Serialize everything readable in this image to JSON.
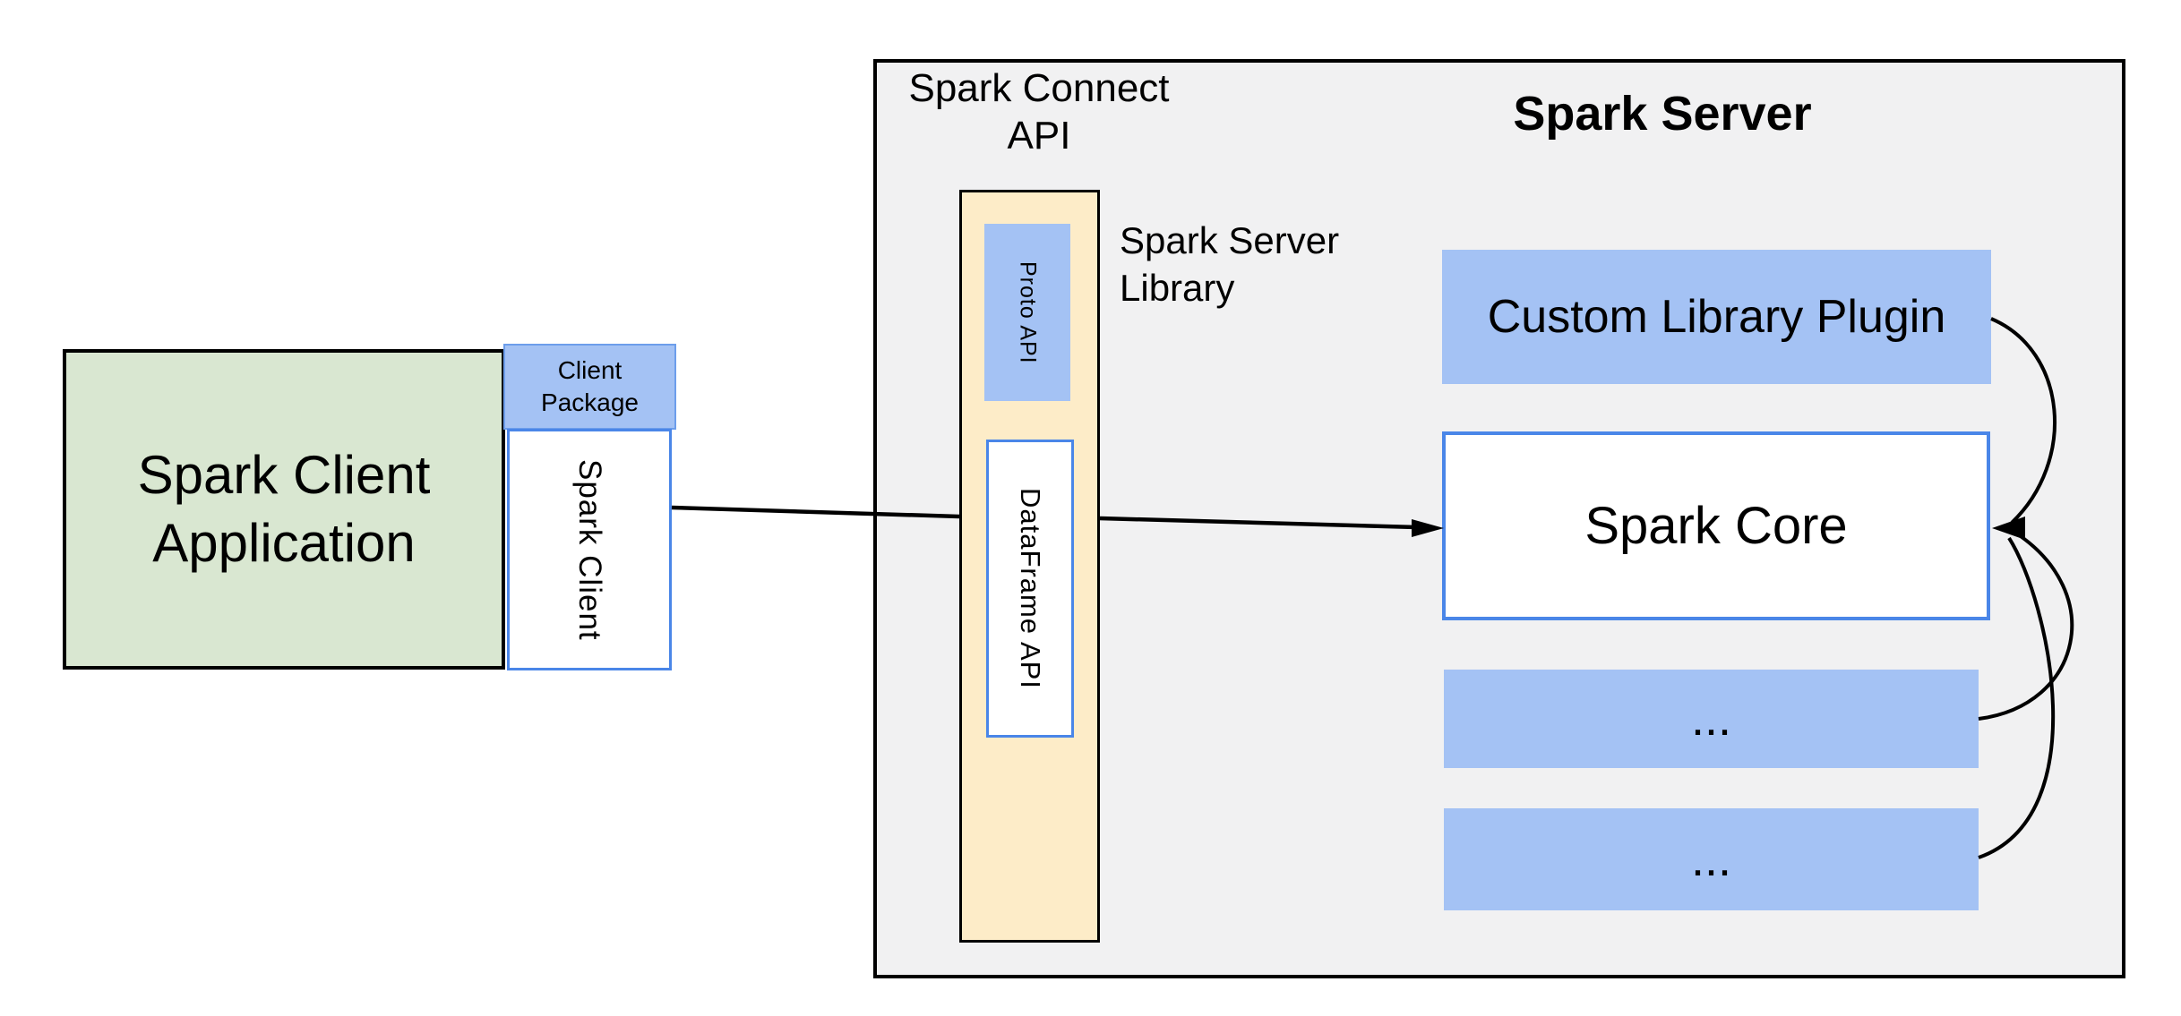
{
  "colors": {
    "background": "#ffffff",
    "server_box_fill": "#f1f1f2",
    "outline_black": "#000000",
    "green_fill": "#d9e7d1",
    "blue_fill": "#a4c2f4",
    "blue_border": "#4a86e8",
    "package_border": "#6d9eeb",
    "yellow_fill": "#fdecc8",
    "text": "#000000",
    "arrow": "#000000"
  },
  "client_application": {
    "line1": "Spark Client",
    "line2": "Application"
  },
  "client_package": {
    "line1": "Client",
    "line2": "Package"
  },
  "spark_client": {
    "label": "Spark Client"
  },
  "spark_connect_api": {
    "line1": "Spark Connect",
    "line2": "API"
  },
  "proto_api": {
    "label": "Proto API"
  },
  "spark_server_library": {
    "line1": "Spark Server",
    "line2": "Library"
  },
  "dataframe_api": {
    "label": "DataFrame API"
  },
  "spark_server": {
    "title": "Spark Server"
  },
  "custom_library_plugin": {
    "label": "Custom Library Plugin"
  },
  "spark_core": {
    "label": "Spark Core"
  },
  "plugin_slot_1": {
    "label": "..."
  },
  "plugin_slot_2": {
    "label": "..."
  }
}
